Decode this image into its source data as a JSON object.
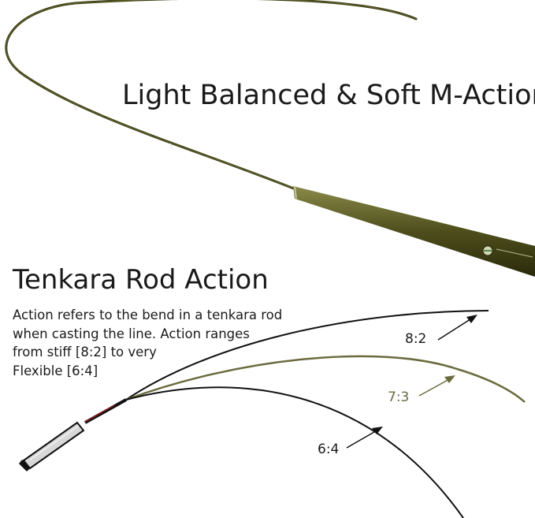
{
  "headline": "Light Balanced & Soft M-Action",
  "section_title": "Tenkara Rod Action",
  "description_lines": [
    "Action refers to the bend in a tenkara rod",
    "when casting the line. Action ranges",
    "from stiff [8:2] to very",
    "Flexible [6:4]"
  ],
  "actions": [
    {
      "label": "8:2",
      "color": "#000000"
    },
    {
      "label": "7:3",
      "color": "#6b6a3e"
    },
    {
      "label": "6:4",
      "color": "#000000"
    }
  ],
  "colors": {
    "rod_olive": "#5a5a22",
    "rod_dark": "#2a2a0c",
    "rod_grip": "#d8d8d8",
    "accent_red": "#8b1a1a"
  }
}
